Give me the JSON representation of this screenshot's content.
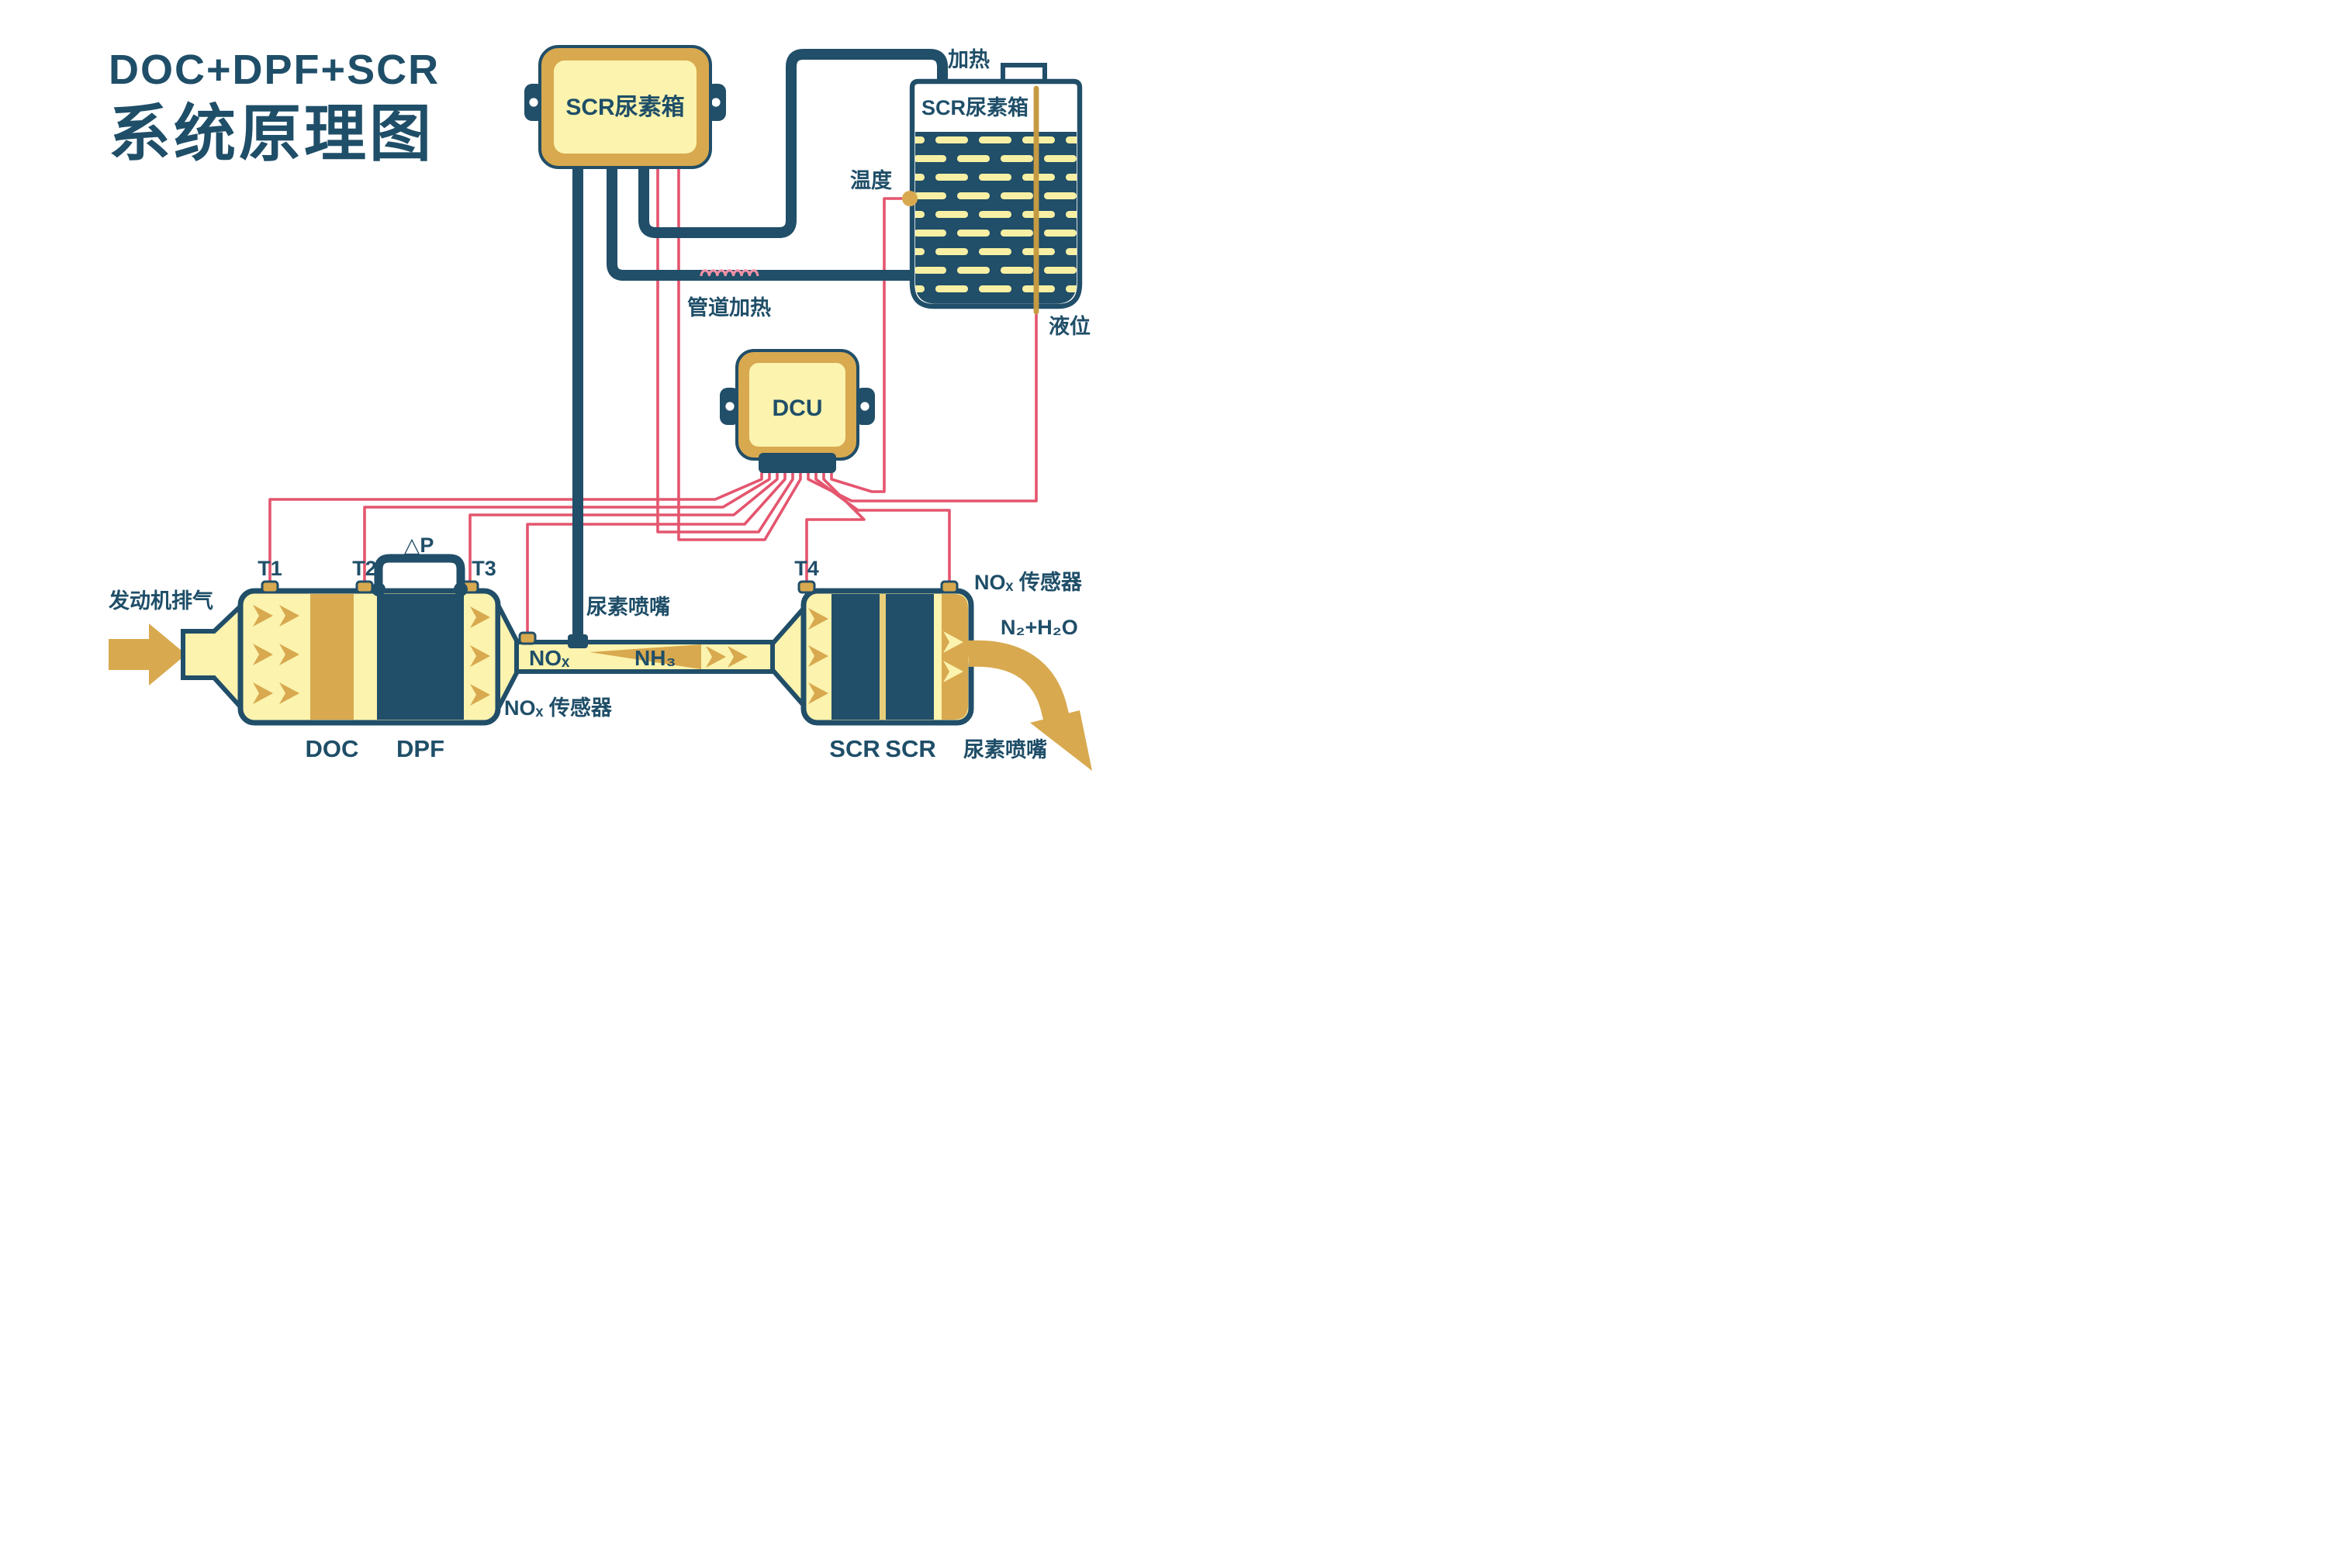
{
  "title": {
    "line1": "DOC+DPF+SCR",
    "line2": "系统原理图"
  },
  "colors": {
    "dark_teal": "#214E68",
    "cream": "#FBF3AE",
    "gold": "#D8A94F",
    "wire_red": "#E4556E",
    "coil_pink": "#F291A6",
    "background": "#FFFFFF"
  },
  "pump": {
    "label": "SCR尿素箱"
  },
  "tank": {
    "label": "SCR尿素箱",
    "heat_label": "加热",
    "temp_label": "温度",
    "level_label": "液位"
  },
  "dcu": {
    "label": "DCU"
  },
  "pipe_heat_label": "管道加热",
  "exhaust": {
    "engine_in": "发动机排气",
    "t1": "T1",
    "t2": "T2",
    "t3": "T3",
    "t4": "T4",
    "dp": "△P",
    "doc": "DOC",
    "dpf": "DPF",
    "scr_left": "SCR",
    "scr_right": "SCR",
    "nox_sensor_left": "NOₓ 传感器",
    "nox_sensor_right": "NOₓ 传感器",
    "urea_nozzle_top": "尿素喷嘴",
    "urea_nozzle_bottom": "尿素喷嘴",
    "nox_gas": "NOₓ",
    "nh3": "NH₃",
    "n2h2o": "N₂+H₂O"
  }
}
